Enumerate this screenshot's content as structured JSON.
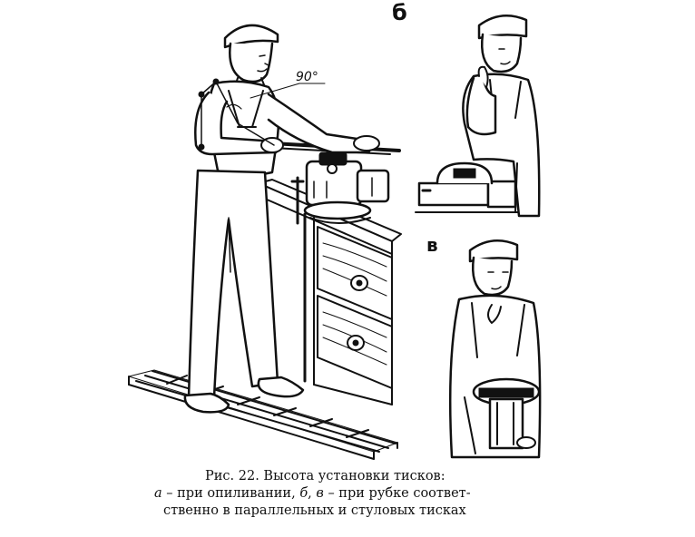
{
  "panels": {
    "b_label": "б",
    "v_label": "в"
  },
  "annotation": {
    "angle": "90°"
  },
  "caption": {
    "line1": "Рис. 22. Высота установки тисков:",
    "line2_a": "а",
    "line2_rest": " – при опиливании, ",
    "line2_b": "б",
    "line2_sep": ", ",
    "line2_v": "в",
    "line2_end": " – при рубке соответ-",
    "line3": "ственно в параллельных и стуловых тисках"
  },
  "colors": {
    "ink": "#111111",
    "paper": "#ffffff"
  }
}
